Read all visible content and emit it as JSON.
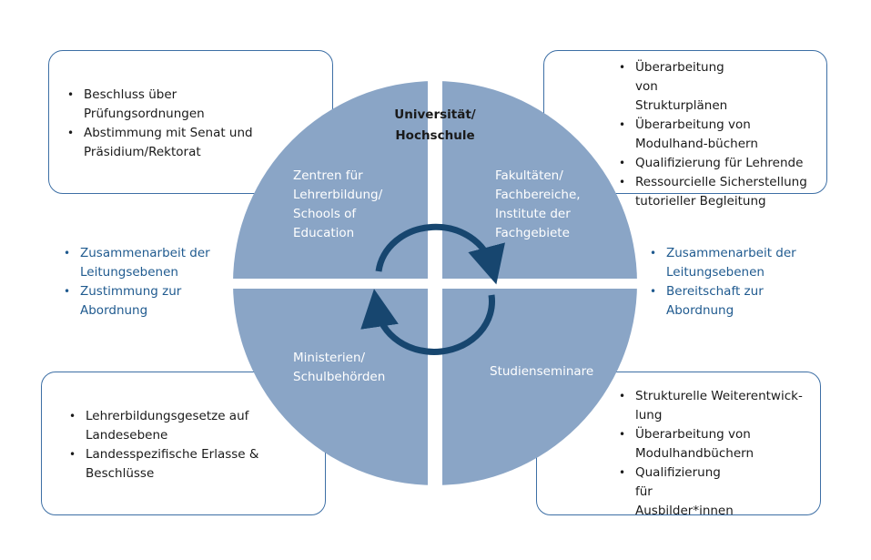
{
  "center_title": [
    "Universität/",
    "Hochschule"
  ],
  "quadrants": {
    "top_left": [
      "Zentren für",
      "Lehrerbildung/",
      "Schools of",
      "Education"
    ],
    "top_right": [
      "Fakultäten/",
      "Fachbereiche,",
      "Institute der",
      "Fachgebiete"
    ],
    "bottom_left": [
      "Ministerien/",
      "Schulbehörden"
    ],
    "bottom_right": [
      "Studienseminare"
    ]
  },
  "boxes": {
    "top_left": [
      "Beschluss über Prüfungsordnungen",
      "Abstimmung mit Senat und Präsidium/Rektorat"
    ],
    "top_right": [
      "Überarbeitung von Strukturplänen",
      "Überarbeitung von Modulhand-büchern",
      "Qualifizierung für Lehrende",
      "Ressourcielle Sicherstellung tutorieller Begleitung"
    ],
    "bottom_left": [
      "Lehrerbildungsgesetze auf Landesebene",
      "Landesspezifische Erlasse & Beschlüsse"
    ],
    "bottom_right": [
      "Strukturelle Weiterentwick-lung",
      "Überarbeitung von Modulhandbüchern",
      "Qualifizierung für Ausbilder*innen"
    ]
  },
  "side_lists": {
    "left": [
      "Zusammenarbeit der Leitungsebenen",
      "Zustimmung zur Abordnung"
    ],
    "right": [
      "Zusammenarbeit der Leitungsebenen",
      "Bereitschaft zur Abordnung"
    ]
  },
  "colors": {
    "circle": "#8aa5c6",
    "border": "#3d6fa5",
    "arrow": "#17466f",
    "side_text": "#1f5a8f"
  }
}
